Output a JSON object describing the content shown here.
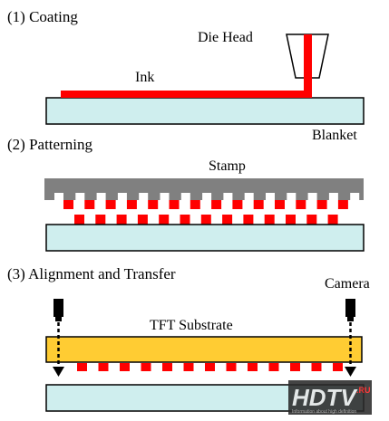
{
  "steps": {
    "coating": {
      "title": "(1) Coating",
      "die_head_label": "Die Head",
      "ink_label": "Ink",
      "blanket_label": "Blanket"
    },
    "patterning": {
      "title": "(2) Patterning",
      "stamp_label": "Stamp"
    },
    "transfer": {
      "title": "(3) Alignment and Transfer",
      "camera_label": "Camera",
      "substrate_label": "TFT Substrate"
    }
  },
  "watermark": {
    "logo_text": "HDTV",
    "logo_suffix": ".RU",
    "tagline": "Information about high definition"
  },
  "colors": {
    "ink": "#ff0000",
    "blanket": "#cfeeee",
    "stamp": "#808080",
    "substrate": "#ffcc33",
    "outline": "#000000"
  }
}
